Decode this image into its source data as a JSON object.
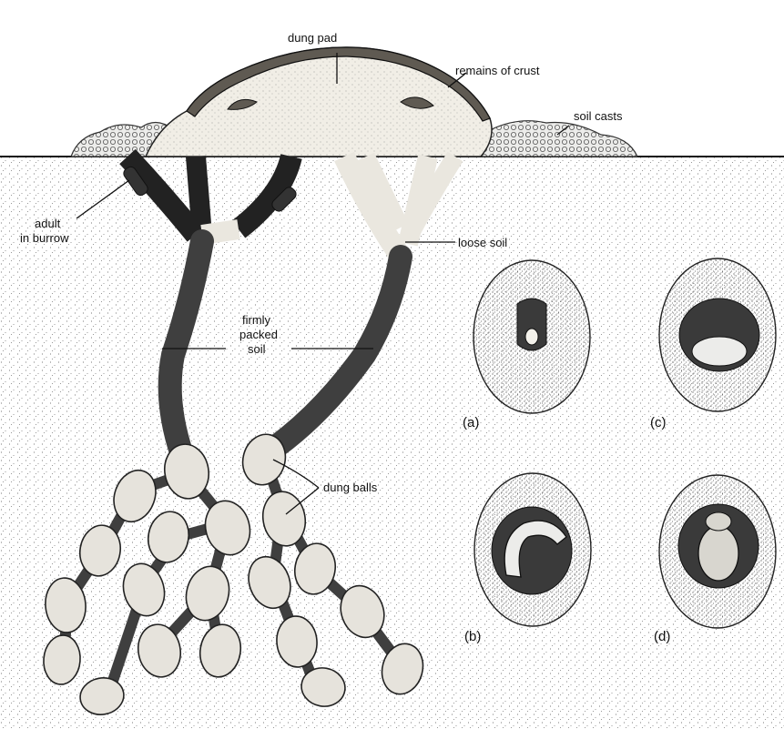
{
  "diagram": {
    "labels": {
      "dung_pad": "dung pad",
      "remains_of_crust": "remains of crust",
      "soil_casts": "soil casts",
      "adult_line1": "adult",
      "adult_line2": "in burrow",
      "loose_soil": "loose soil",
      "firmly_line1": "firmly",
      "firmly_line2": "packed",
      "firmly_line3": "soil",
      "dung_balls": "dung balls"
    },
    "panels": {
      "a": "(a)",
      "b": "(b)",
      "c": "(c)",
      "d": "(d)"
    }
  }
}
